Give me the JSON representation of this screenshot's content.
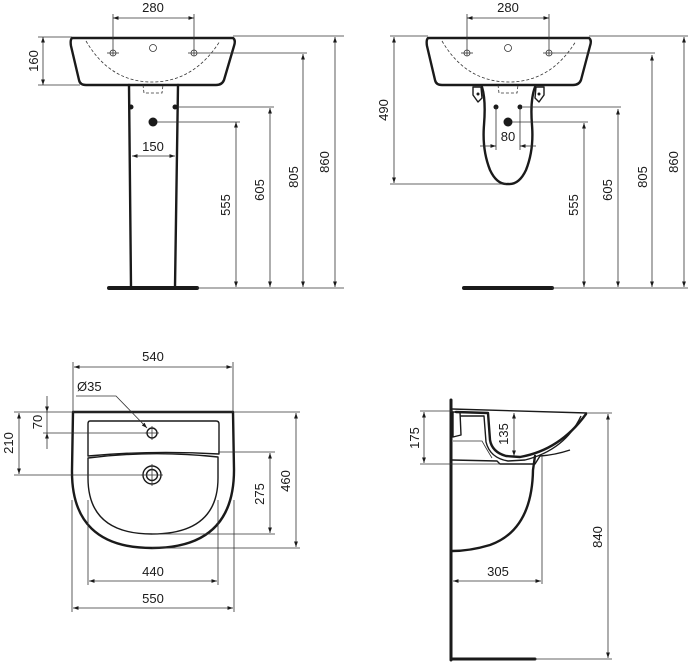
{
  "title": "Washbasin technical dimension drawing",
  "units": "mm",
  "colors": {
    "line": "#1a1a1a",
    "background": "#ffffff"
  },
  "views": {
    "front_pedestal": {
      "label": "front-view-with-full-pedestal",
      "dims": {
        "tap_spacing": "280",
        "basin_height": "160",
        "pedestal_width": "150",
        "waste_height": "555",
        "fixing_height": "605",
        "tap_height": "805",
        "total_height": "860"
      }
    },
    "front_semipedestal": {
      "label": "front-view-with-semi-pedestal",
      "dims": {
        "tap_spacing": "280",
        "semi_pedestal_depth": "490",
        "fixing_spacing": "80",
        "waste_height": "555",
        "fixing_height": "605",
        "tap_height": "805",
        "total_height": "860"
      }
    },
    "top": {
      "label": "top-view",
      "dims": {
        "tap_hole_diameter": "Ø35",
        "back_width": "540",
        "tap_hole_offset": "70",
        "waste_offset": "210",
        "bowl_depth": "275",
        "total_depth": "460",
        "bowl_width": "440",
        "total_width": "550"
      }
    },
    "side": {
      "label": "side-view",
      "dims": {
        "basin_height": "175",
        "bowl_depth": "135",
        "projection": "305",
        "rim_height": "840"
      }
    }
  }
}
